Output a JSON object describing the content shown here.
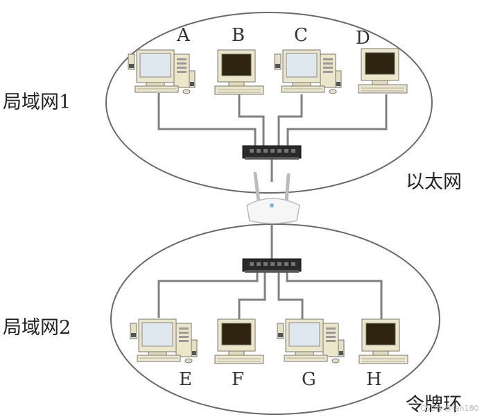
{
  "labels": {
    "lan1": "局域网1",
    "lan2": "局域网2",
    "ethernet": "以太网",
    "token_ring": "令牌环"
  },
  "nodes": {
    "top": [
      "A",
      "B",
      "C",
      "D"
    ],
    "bottom": [
      "E",
      "F",
      "G",
      "H"
    ]
  },
  "watermark": "CSDN @fan180",
  "colors": {
    "ellipse": "#6a6a6a",
    "cable": "#808080",
    "switch": "#2a2a2a",
    "cream": "#ece7c9",
    "screen_dark": "#2e2410",
    "screen_light": "#dfe7ef"
  }
}
